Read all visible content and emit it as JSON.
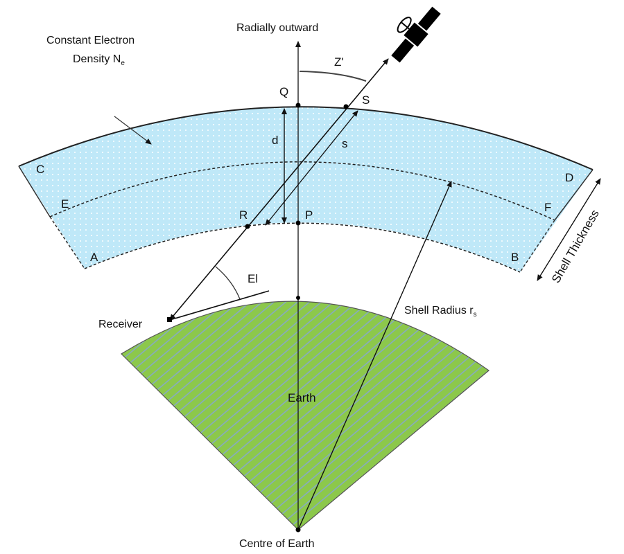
{
  "title_arrow": "Radially outward",
  "density_label_line1": "Constant Electron",
  "density_label_line2": "Density N",
  "density_subscript": "e",
  "angle_zenith": "Z'",
  "angle_elevation": "El",
  "points": {
    "Q": "Q",
    "S": "S",
    "P": "P",
    "R": "R",
    "A": "A",
    "B": "B",
    "C": "C",
    "D": "D",
    "E": "E",
    "F": "F"
  },
  "distance_d": "d",
  "distance_s": "s",
  "receiver_label": "Receiver",
  "earth_label": "Earth",
  "centre_label": "Centre of Earth",
  "shell_radius_label": "Shell Radius r",
  "shell_radius_subscript": "s",
  "shell_thickness_label": "Shell Thickness",
  "colors": {
    "shell": "#bfe8f8",
    "earth": "#8cc84b",
    "stripes": "#86a9c9"
  }
}
